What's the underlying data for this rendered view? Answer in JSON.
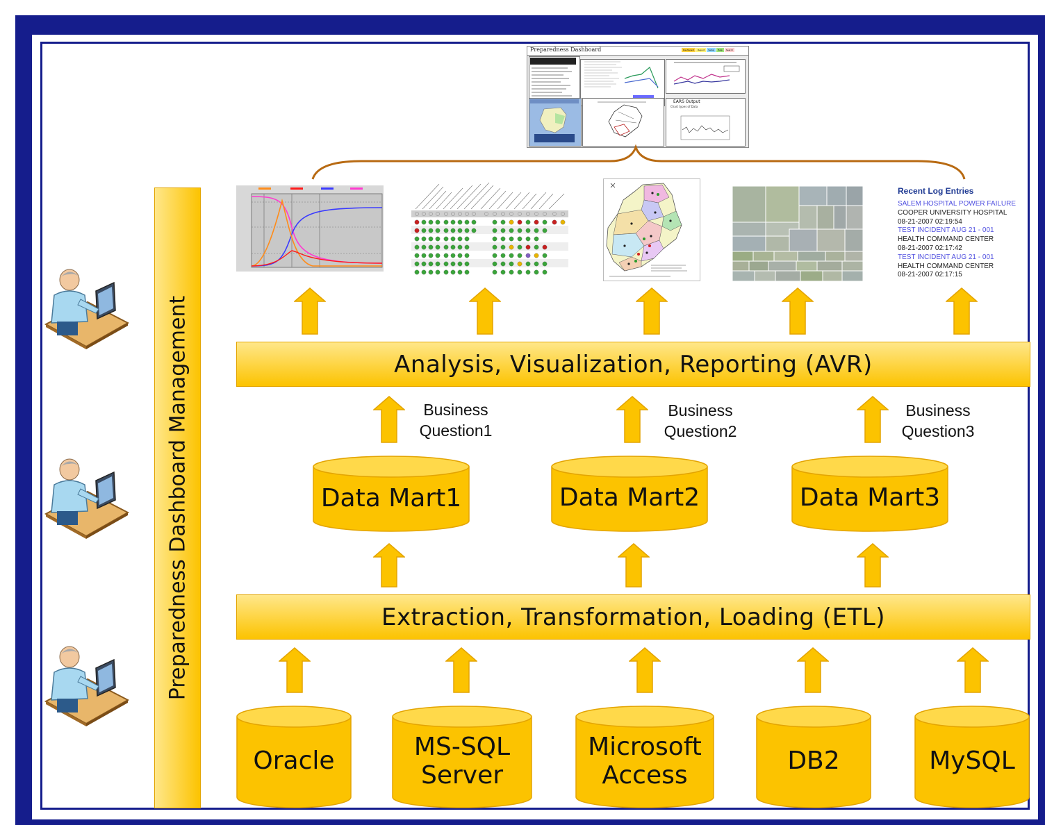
{
  "title": "Preparedness Dashboard Management",
  "dashboard_preview": {
    "title": "Preparedness Dashboard",
    "buttons": [
      "Dashboard",
      "Report",
      "Setup",
      "Help",
      "Search"
    ],
    "ears_title": "EARS Output",
    "ears_bullet": "Chart types of Data"
  },
  "log_entries": {
    "title": "Recent Log Entries",
    "items": [
      {
        "headline": "SALEM HOSPITAL POWER FAILURE",
        "source": "COOPER UNIVERSITY HOSPITAL",
        "time": "08-21-2007 02:19:54"
      },
      {
        "headline": "TEST INCIDENT AUG 21 - 001",
        "source": "HEALTH COMMAND CENTER",
        "time": "08-21-2007 02:17:42"
      },
      {
        "headline": "TEST INCIDENT AUG 21 - 001",
        "source": "HEALTH COMMAND CENTER",
        "time": "08-21-2007 02:17:15"
      }
    ]
  },
  "avr_label": "Analysis, Visualization, Reporting (AVR)",
  "etl_label": "Extraction, Transformation, Loading (ETL)",
  "business_questions": [
    {
      "line1": "Business",
      "line2": "Question1"
    },
    {
      "line1": "Business",
      "line2": "Question2"
    },
    {
      "line1": "Business",
      "line2": "Question3"
    }
  ],
  "data_marts": [
    "Data Mart1",
    "Data Mart2",
    "Data Mart3"
  ],
  "sources": [
    {
      "line1": "Oracle",
      "line2": ""
    },
    {
      "line1": "MS-SQL",
      "line2": "Server"
    },
    {
      "line1": "Microsoft",
      "line2": "Access"
    },
    {
      "line1": "DB2",
      "line2": ""
    },
    {
      "line1": "MySQL",
      "line2": ""
    }
  ],
  "colors": {
    "frame": "#151d8c",
    "bar_top": "#ffe78a",
    "bar_bottom": "#fcc300",
    "brace": "#b86a12",
    "log_title": "#1f3a93",
    "log_link": "#5050e0"
  },
  "icons": [
    "user-at-desk-icon",
    "user-at-desk-icon",
    "user-at-desk-icon",
    "up-arrow-icon"
  ]
}
